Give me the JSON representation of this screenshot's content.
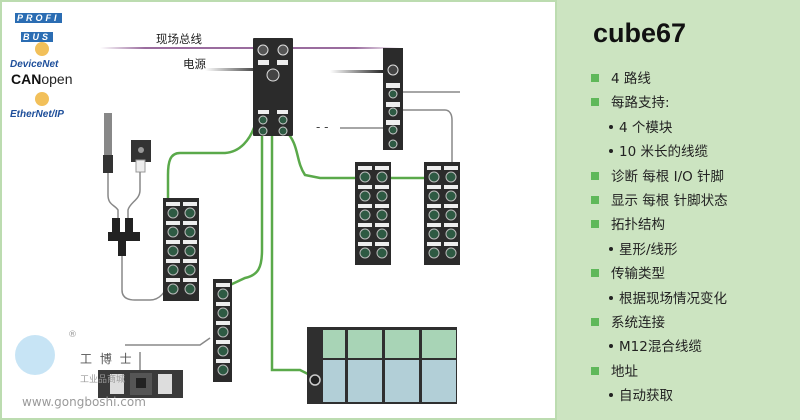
{
  "panel": {
    "title": "cube67",
    "items": [
      {
        "type": "main",
        "text": "4 路线"
      },
      {
        "type": "main",
        "text": "每路支持:"
      },
      {
        "type": "sub",
        "text": "4 个模块"
      },
      {
        "type": "sub",
        "text": "10 米长的线缆"
      },
      {
        "type": "main",
        "text": "诊断 每根 I/O 针脚"
      },
      {
        "type": "main",
        "text": "显示 每根 针脚状态"
      },
      {
        "type": "main",
        "text": "拓扑结构"
      },
      {
        "type": "sub",
        "text": "星形/线形"
      },
      {
        "type": "main",
        "text": "传输类型"
      },
      {
        "type": "sub",
        "text": "根据现场情况变化"
      },
      {
        "type": "main",
        "text": "系统连接"
      },
      {
        "type": "sub",
        "text": "M12混合线缆"
      },
      {
        "type": "main",
        "text": "地址"
      },
      {
        "type": "sub",
        "text": "自动获取"
      }
    ]
  },
  "diagram": {
    "labels": {
      "fieldbus": "现场总线",
      "power": "电源"
    },
    "logos": {
      "profibus_top": "PROFI",
      "profibus_bottom": "BUS",
      "devicenet": "DeviceNet",
      "canopen_bold": "CAN",
      "canopen_light": "open",
      "ethernetip": "EtherNet/IP"
    },
    "dashes": "- -",
    "colors": {
      "fieldbus_line": "#9a6c9e",
      "cable_green": "#5aa94a",
      "cable_gray": "#888888",
      "module": "#2b2b2b",
      "panel_bg": "#cce4c1",
      "bullet": "#5fb85a"
    }
  },
  "watermark": {
    "brand": "工 博 士",
    "registered": "®",
    "subtitle": "工业品商城",
    "url": "www.gongboshi.com"
  }
}
